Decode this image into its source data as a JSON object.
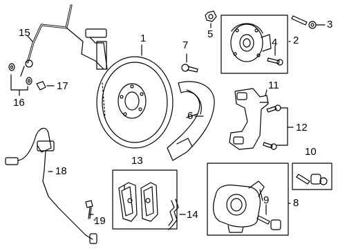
{
  "callouts": [
    {
      "id": "c1",
      "text": "1"
    },
    {
      "id": "c2",
      "text": "2"
    },
    {
      "id": "c3",
      "text": "3"
    },
    {
      "id": "c4",
      "text": "4"
    },
    {
      "id": "c5",
      "text": "5"
    },
    {
      "id": "c6",
      "text": "6"
    },
    {
      "id": "c7",
      "text": "7"
    },
    {
      "id": "c8",
      "text": "8"
    },
    {
      "id": "c9",
      "text": "9"
    },
    {
      "id": "c10",
      "text": "10"
    },
    {
      "id": "c11",
      "text": "11"
    },
    {
      "id": "c12",
      "text": "12"
    },
    {
      "id": "c13",
      "text": "13"
    },
    {
      "id": "c14",
      "text": "14"
    },
    {
      "id": "c15",
      "text": "15"
    },
    {
      "id": "c16",
      "text": "16"
    },
    {
      "id": "c17",
      "text": "17"
    },
    {
      "id": "c18",
      "text": "18"
    },
    {
      "id": "c19",
      "text": "19"
    }
  ],
  "colors": {
    "line": "#000000",
    "background": "#ffffff"
  }
}
